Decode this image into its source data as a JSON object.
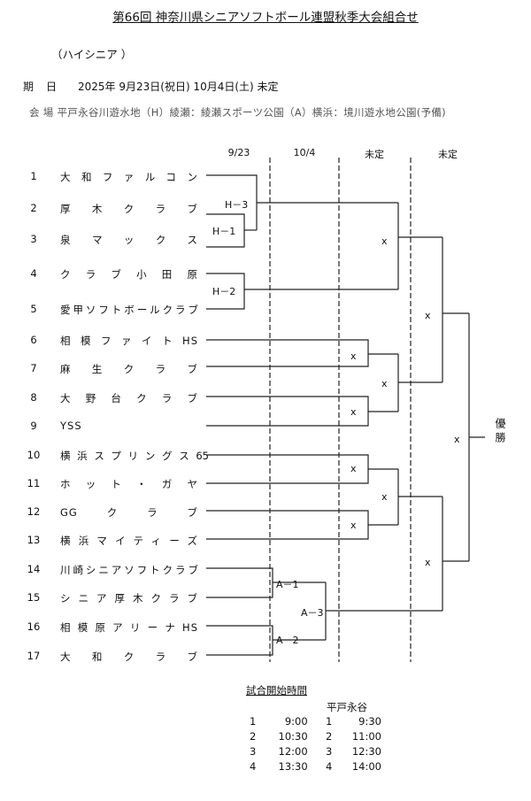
{
  "title": "第66回 神奈川県シニアソフトボール連盟秋季大会組合せ",
  "subtitle": "（ハイシニア ）",
  "period": {
    "label": "期日",
    "value": "2025年  9月23日(祝日)  10月4日(土)    未定"
  },
  "venue": "会 場   平戸永谷川遊水地（H）綾瀬：綾瀬スポーツ公園（A）横浜：境川遊水地公園(予備)",
  "round_headers": [
    "9/23",
    "10/4",
    "未定",
    "未定"
  ],
  "teams": [
    {
      "num": "1",
      "name": "大和ファルコン"
    },
    {
      "num": "2",
      "name": "厚木クラブ"
    },
    {
      "num": "3",
      "name": "泉マックス"
    },
    {
      "num": "4",
      "name": "クラブ小田原"
    },
    {
      "num": "5",
      "name": "愛甲ソフトボールクラブ"
    },
    {
      "num": "6",
      "name": "相模ファイトHS"
    },
    {
      "num": "7",
      "name": "麻生クラブ"
    },
    {
      "num": "8",
      "name": "大野台クラブ"
    },
    {
      "num": "9",
      "name": "YSS"
    },
    {
      "num": "10",
      "name": "横浜スプリングス65"
    },
    {
      "num": "11",
      "name": "ホット・ガヤ"
    },
    {
      "num": "12",
      "name": "GGクラブ"
    },
    {
      "num": "13",
      "name": "横浜マイティーズ"
    },
    {
      "num": "14",
      "name": "川崎シニアソフトクラブ"
    },
    {
      "num": "15",
      "name": "シニア厚木クラブ"
    },
    {
      "num": "16",
      "name": "相模原アリーナHS"
    },
    {
      "num": "17",
      "name": "大和クラブ"
    }
  ],
  "match_labels": [
    "H－3",
    "H－1",
    "H－2",
    "A－1",
    "A－3",
    "A－2"
  ],
  "undecided_mark": "x",
  "winner_label": "優勝",
  "schedule": {
    "title": "試合開始時間",
    "venue_name": "平戸永谷",
    "rows": [
      {
        "left_num": "1",
        "left_time": "9:00",
        "right_num": "1",
        "right_time": "9:30"
      },
      {
        "left_num": "2",
        "left_time": "10:30",
        "right_num": "2",
        "right_time": "11:00"
      },
      {
        "left_num": "3",
        "left_time": "12:00",
        "right_num": "3",
        "right_time": "12:30"
      },
      {
        "left_num": "4",
        "left_time": "13:30",
        "right_num": "4",
        "right_time": "14:00"
      }
    ]
  }
}
